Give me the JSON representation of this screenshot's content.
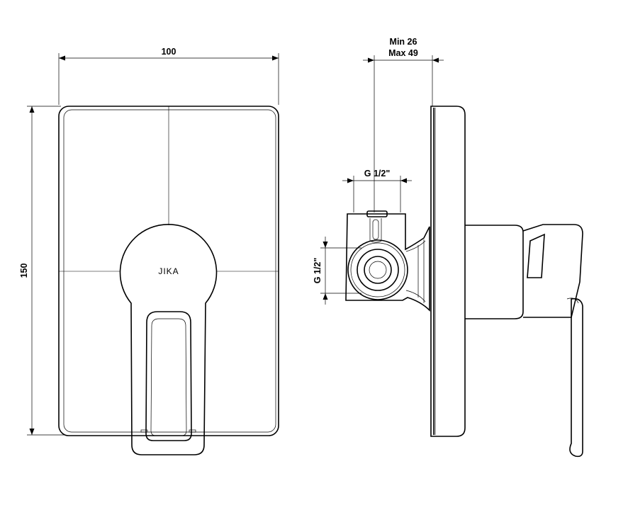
{
  "dimensions": {
    "front_width": "100",
    "front_height": "150",
    "depth_min": "Min 26",
    "depth_max": "Max 49",
    "thread_top": "G 1/2\"",
    "thread_side": "G 1/2\""
  },
  "brand_logo": "JIKA"
}
